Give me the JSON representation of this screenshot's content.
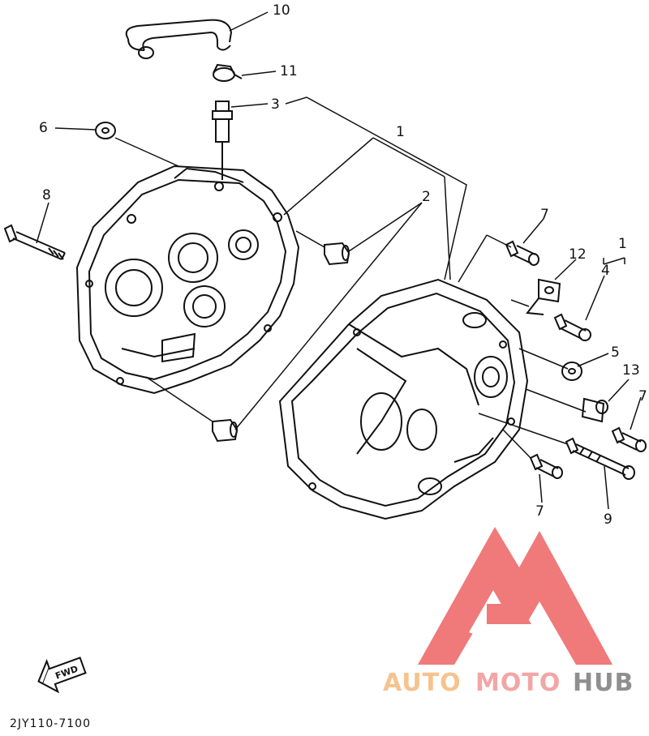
{
  "diagram": {
    "callouts": [
      "10",
      "11",
      "3",
      "6",
      "1",
      "2",
      "8",
      "7",
      "12",
      "1",
      "4",
      "5",
      "13",
      "7",
      "7",
      "9"
    ],
    "fwd_label": "FWD",
    "code_label": "2JY110-7100"
  },
  "watermark": {
    "part1": "AUTO",
    "part2": "MOTO",
    "part3": "HUB",
    "color_part1": "#f6c38e",
    "color_part2": "#f2a6a6",
    "color_part3": "#8f8f8f",
    "logo_color": "#ef6b6b"
  }
}
